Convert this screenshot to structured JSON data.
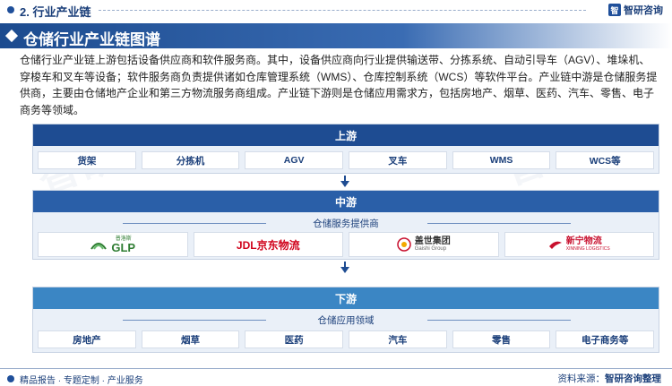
{
  "header": {
    "section": "2. 行业产业链",
    "brand": "智研咨询"
  },
  "banner": {
    "title": "仓储行业产业链图谱"
  },
  "intro": "仓储行业产业链上游包括设备供应商和软件服务商。其中，设备供应商向行业提供输送带、分拣系统、自动引导车（AGV）、堆垛机、穿梭车和叉车等设备；软件服务商负责提供诸如仓库管理系统（WMS）、仓库控制系统（WCS）等软件平台。产业链中游是仓储服务提供商，主要由仓储地产企业和第三方物流服务商组成。产业链下游则是仓储应用需求方，包括房地产、烟草、医药、汽车、零售、电子商务等领域。",
  "upstream": {
    "title": "上游",
    "items": [
      "货架",
      "分拣机",
      "AGV",
      "叉车",
      "WMS",
      "WCS等"
    ]
  },
  "midstream": {
    "title": "中游",
    "subtitle": "仓储服务提供商",
    "companies": [
      {
        "name": "GLP",
        "sub": "普洛斯",
        "color": "#2e7d32"
      },
      {
        "name": "JDL京东物流",
        "color": "#d0021b"
      },
      {
        "name": "盖世集团",
        "sub": "Gaishi Group",
        "color": "#c8102e"
      },
      {
        "name": "新宁物流",
        "sub": "XINNING LOGISTICS",
        "color": "#c8102e"
      }
    ]
  },
  "downstream": {
    "title": "下游",
    "subtitle": "仓储应用领域",
    "items": [
      "房地产",
      "烟草",
      "医药",
      "汽车",
      "零售",
      "电子商务等"
    ]
  },
  "footer": {
    "left": "精品报告 · 专题定制 · 产业服务",
    "source_label": "资料来源：",
    "source": "智研咨询整理"
  }
}
